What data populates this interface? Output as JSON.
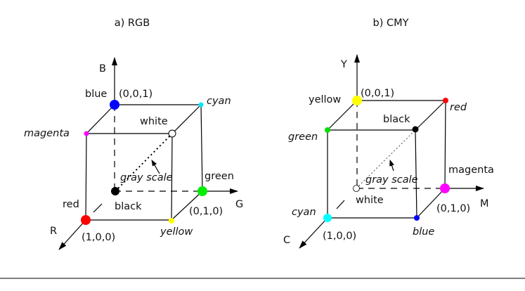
{
  "rgb": {
    "title": "a) RGB",
    "axes": {
      "b": "B",
      "g": "G",
      "r": "R"
    },
    "vertices": {
      "blue": {
        "label": "blue",
        "coord": "(0,0,1)",
        "color": "#0000ff"
      },
      "cyan": {
        "label": "cyan",
        "color": "#00e5ff"
      },
      "magenta": {
        "label": "magenta",
        "color": "#ff00ff"
      },
      "white": {
        "label": "white",
        "color": "#ffffff"
      },
      "black": {
        "label": "black",
        "color": "#000000"
      },
      "green": {
        "label": "green",
        "coord": "(0,1,0)",
        "color": "#00ee00"
      },
      "red": {
        "label": "red",
        "coord": "(1,0,0)",
        "color": "#ff0000"
      },
      "yellow": {
        "label": "yellow",
        "color": "#ffff00"
      }
    },
    "gray_scale": "gray scale"
  },
  "cmy": {
    "title": "b) CMY",
    "axes": {
      "y": "Y",
      "m": "M",
      "c": "C"
    },
    "vertices": {
      "yellow": {
        "label": "yellow",
        "coord": "(0,0,1)",
        "color": "#ffff00"
      },
      "red": {
        "label": "red",
        "color": "#ff0000"
      },
      "green": {
        "label": "green",
        "color": "#00dd00"
      },
      "black": {
        "label": "black",
        "color": "#000000"
      },
      "white": {
        "label": "white",
        "color": "#ffffff"
      },
      "magenta": {
        "label": "magenta",
        "coord": "(0,1,0)",
        "color": "#ff00ff"
      },
      "cyan": {
        "label": "cyan",
        "coord": "(1,0,0)",
        "color": "#00ffff"
      },
      "blue": {
        "label": "blue",
        "color": "#0000ff"
      }
    },
    "gray_scale": "gray scale"
  }
}
